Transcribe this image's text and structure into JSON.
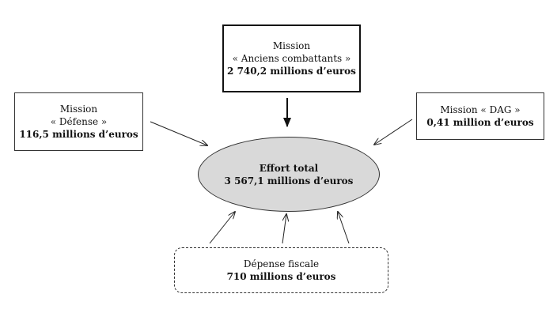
{
  "diagram": {
    "center": {
      "title": "Effort total",
      "amount": "3 567,1 millions  d’euros"
    },
    "anciens_combattants": {
      "line1": "Mission",
      "line2": "« Anciens combattants »",
      "amount": "2 740,2 millions  d’euros"
    },
    "defense": {
      "line1": "Mission",
      "line2": "« Défense »",
      "amount": "116,5 millions  d’euros"
    },
    "dag": {
      "line1": "Mission « DAG »",
      "amount": "0,41 million  d’euros"
    },
    "depense_fiscale": {
      "line1": "Dépense fiscale",
      "amount": "710 millions  d’euros"
    }
  },
  "colors": {
    "ellipse_fill": "#d9d9d9",
    "stroke": "#333333"
  }
}
